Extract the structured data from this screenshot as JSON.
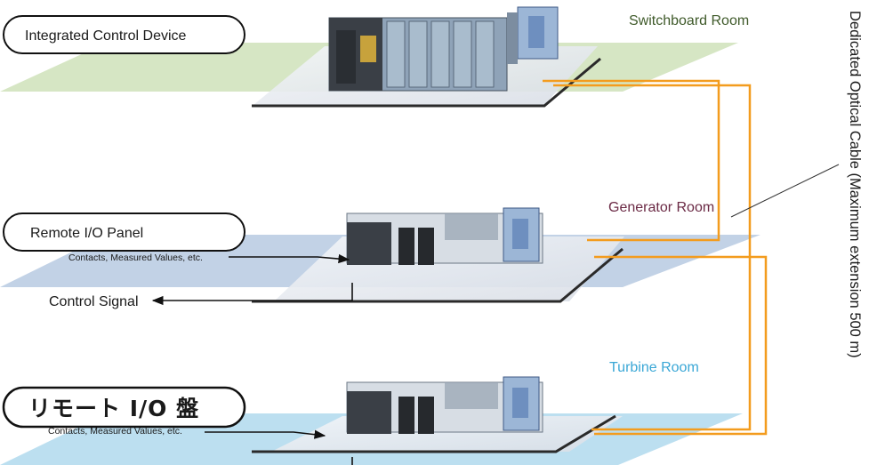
{
  "labels": {
    "integrated_control_device": "Integrated Control Device",
    "remote_io_panel": "Remote I/O Panel",
    "remote_io_panel_jp": "リモート I/O 盤",
    "contacts_1": "Contacts, Measured Values, etc.",
    "contacts_2": "Contacts, Measured Values, etc.",
    "control_signal": "Control Signal",
    "optical_cable": "Dedicated Optical Cable (Maximum extension 500 m)"
  },
  "rooms": {
    "switchboard": "Switchboard Room",
    "generator": "Generator Room",
    "turbine": "Turbine Room"
  },
  "colors": {
    "switchboard_room": "#3f5a2a",
    "generator_room": "#6b2a45",
    "turbine_room": "#3aa7d6",
    "cable": "#f39c1e",
    "floor_green": "#d6e6c4",
    "floor_blue": "#c2d2e6",
    "floor_lightblue": "#bcdff0"
  }
}
